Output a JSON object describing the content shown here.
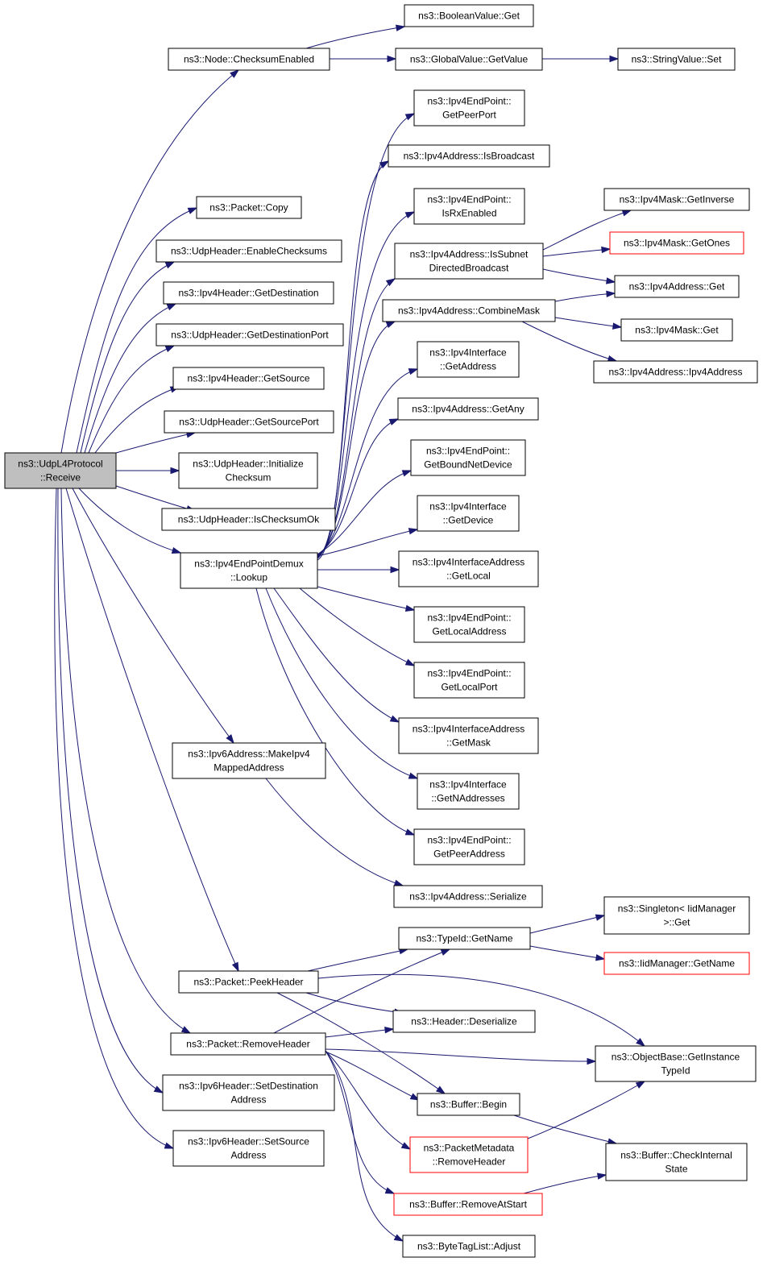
{
  "colors": {
    "edge": "#191970",
    "root_fill": "#bfbfbf",
    "red_border": "#ff0000",
    "border": "#000000"
  },
  "nodes": {
    "udpl4protocol_receive": {
      "lines": [
        "ns3::UdpL4Protocol",
        "::Receive"
      ],
      "root": true
    },
    "node_checksumenabled": {
      "lines": [
        "ns3::Node::ChecksumEnabled"
      ]
    },
    "booleanvalue_get": {
      "lines": [
        "ns3::BooleanValue::Get"
      ]
    },
    "globalvalue_getvalue": {
      "lines": [
        "ns3::GlobalValue::GetValue"
      ]
    },
    "stringvalue_set": {
      "lines": [
        "ns3::StringValue::Set"
      ]
    },
    "packet_copy": {
      "lines": [
        "ns3::Packet::Copy"
      ]
    },
    "udpheader_enablechecksums": {
      "lines": [
        "ns3::UdpHeader::EnableChecksums"
      ]
    },
    "ipv4header_getdestination": {
      "lines": [
        "ns3::Ipv4Header::GetDestination"
      ]
    },
    "udpheader_getdestinationport": {
      "lines": [
        "ns3::UdpHeader::GetDestinationPort"
      ]
    },
    "ipv4header_getsource": {
      "lines": [
        "ns3::Ipv4Header::GetSource"
      ]
    },
    "udpheader_getsourceport": {
      "lines": [
        "ns3::UdpHeader::GetSourcePort"
      ]
    },
    "udpheader_initializechecksum": {
      "lines": [
        "ns3::UdpHeader::Initialize",
        "Checksum"
      ]
    },
    "udpheader_ischecksumok": {
      "lines": [
        "ns3::UdpHeader::IsChecksumOk"
      ]
    },
    "ipv4endpointdemux_lookup": {
      "lines": [
        "ns3::Ipv4EndPointDemux",
        "::Lookup"
      ]
    },
    "ipv4endpoint_getpeerport": {
      "lines": [
        "ns3::Ipv4EndPoint::",
        "GetPeerPort"
      ]
    },
    "ipv4address_isbroadcast": {
      "lines": [
        "ns3::Ipv4Address::IsBroadcast"
      ]
    },
    "ipv4endpoint_isrxenabled": {
      "lines": [
        "ns3::Ipv4EndPoint::",
        "IsRxEnabled"
      ]
    },
    "ipv4address_issubnetdirectedbroadcast": {
      "lines": [
        "ns3::Ipv4Address::IsSubnet",
        "DirectedBroadcast"
      ]
    },
    "ipv4address_combinemask": {
      "lines": [
        "ns3::Ipv4Address::CombineMask"
      ]
    },
    "ipv4interface_getaddress": {
      "lines": [
        "ns3::Ipv4Interface",
        "::GetAddress"
      ]
    },
    "ipv4address_getany": {
      "lines": [
        "ns3::Ipv4Address::GetAny"
      ]
    },
    "ipv4endpoint_getboundnetdevice": {
      "lines": [
        "ns3::Ipv4EndPoint::",
        "GetBoundNetDevice"
      ]
    },
    "ipv4interface_getdevice": {
      "lines": [
        "ns3::Ipv4Interface",
        "::GetDevice"
      ]
    },
    "ipv4interfaceaddress_getlocal": {
      "lines": [
        "ns3::Ipv4InterfaceAddress",
        "::GetLocal"
      ]
    },
    "ipv4endpoint_getlocaladdress": {
      "lines": [
        "ns3::Ipv4EndPoint::",
        "GetLocalAddress"
      ]
    },
    "ipv4endpoint_getlocalport": {
      "lines": [
        "ns3::Ipv4EndPoint::",
        "GetLocalPort"
      ]
    },
    "ipv4interfaceaddress_getmask": {
      "lines": [
        "ns3::Ipv4InterfaceAddress",
        "::GetMask"
      ]
    },
    "ipv4interface_getnaddresses": {
      "lines": [
        "ns3::Ipv4Interface",
        "::GetNAddresses"
      ]
    },
    "ipv4endpoint_getpeeraddress": {
      "lines": [
        "ns3::Ipv4EndPoint::",
        "GetPeerAddress"
      ]
    },
    "ipv4mask_getinverse": {
      "lines": [
        "ns3::Ipv4Mask::GetInverse"
      ]
    },
    "ipv4mask_getones": {
      "lines": [
        "ns3::Ipv4Mask::GetOnes"
      ],
      "red": true
    },
    "ipv4address_get": {
      "lines": [
        "ns3::Ipv4Address::Get"
      ]
    },
    "ipv4mask_get": {
      "lines": [
        "ns3::Ipv4Mask::Get"
      ]
    },
    "ipv4address_ipv4address": {
      "lines": [
        "ns3::Ipv4Address::Ipv4Address"
      ]
    },
    "ipv6address_makeipv4mappedaddress": {
      "lines": [
        "ns3::Ipv6Address::MakeIpv4",
        "MappedAddress"
      ]
    },
    "ipv4address_serialize": {
      "lines": [
        "ns3::Ipv4Address::Serialize"
      ]
    },
    "packet_peekheader": {
      "lines": [
        "ns3::Packet::PeekHeader"
      ]
    },
    "packet_removeheader": {
      "lines": [
        "ns3::Packet::RemoveHeader"
      ]
    },
    "ipv6header_setdestinationaddress": {
      "lines": [
        "ns3::Ipv6Header::SetDestination",
        "Address"
      ]
    },
    "ipv6header_setsourceaddress": {
      "lines": [
        "ns3::Ipv6Header::SetSource",
        "Address"
      ]
    },
    "typeid_getname": {
      "lines": [
        "ns3::TypeId::GetName"
      ]
    },
    "singleton_iidmanager_get": {
      "lines": [
        "ns3::Singleton< IidManager",
        ">::Get"
      ]
    },
    "iidmanager_getname": {
      "lines": [
        "ns3::IidManager::GetName"
      ],
      "red": true
    },
    "header_deserialize": {
      "lines": [
        "ns3::Header::Deserialize"
      ]
    },
    "objectbase_getinstancetypeid": {
      "lines": [
        "ns3::ObjectBase::GetInstance",
        "TypeId"
      ]
    },
    "buffer_begin": {
      "lines": [
        "ns3::Buffer::Begin"
      ]
    },
    "packetmetadata_removeheader": {
      "lines": [
        "ns3::PacketMetadata",
        "::RemoveHeader"
      ],
      "red": true
    },
    "buffer_checkinternalstate": {
      "lines": [
        "ns3::Buffer::CheckInternal",
        "State"
      ]
    },
    "buffer_removeatstart": {
      "lines": [
        "ns3::Buffer::RemoveAtStart"
      ],
      "red": true
    },
    "bytetaglist_adjust": {
      "lines": [
        "ns3::ByteTagList::Adjust"
      ]
    }
  }
}
